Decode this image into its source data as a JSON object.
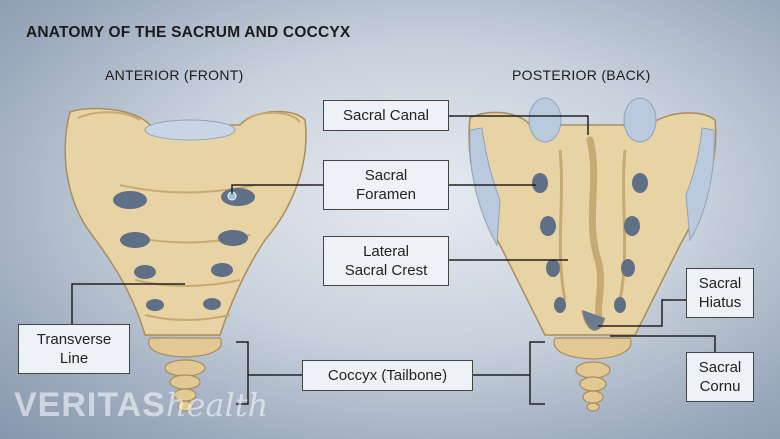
{
  "title": "ANATOMY OF THE SACRUM AND COCCYX",
  "views": {
    "anterior": "ANTERIOR (FRONT)",
    "posterior": "POSTERIOR (BACK)"
  },
  "labels": {
    "sacral_canal": "Sacral Canal",
    "sacral_foramen_1": "Sacral",
    "sacral_foramen_2": "Foramen",
    "lateral_sacral_crest_1": "Lateral",
    "lateral_sacral_crest_2": "Sacral Crest",
    "sacral_hiatus_1": "Sacral",
    "sacral_hiatus_2": "Hiatus",
    "transverse_line_1": "Transverse",
    "transverse_line_2": "Line",
    "coccyx": "Coccyx (Tailbone)",
    "sacral_cornu_1": "Sacral",
    "sacral_cornu_2": "Cornu"
  },
  "watermark": {
    "brand": "VERITAS",
    "suffix": "health"
  },
  "colors": {
    "bone": "#e8d3a4",
    "bone_shadow": "#c6aa72",
    "cartilage": "#b9c9de",
    "line": "#222222"
  }
}
